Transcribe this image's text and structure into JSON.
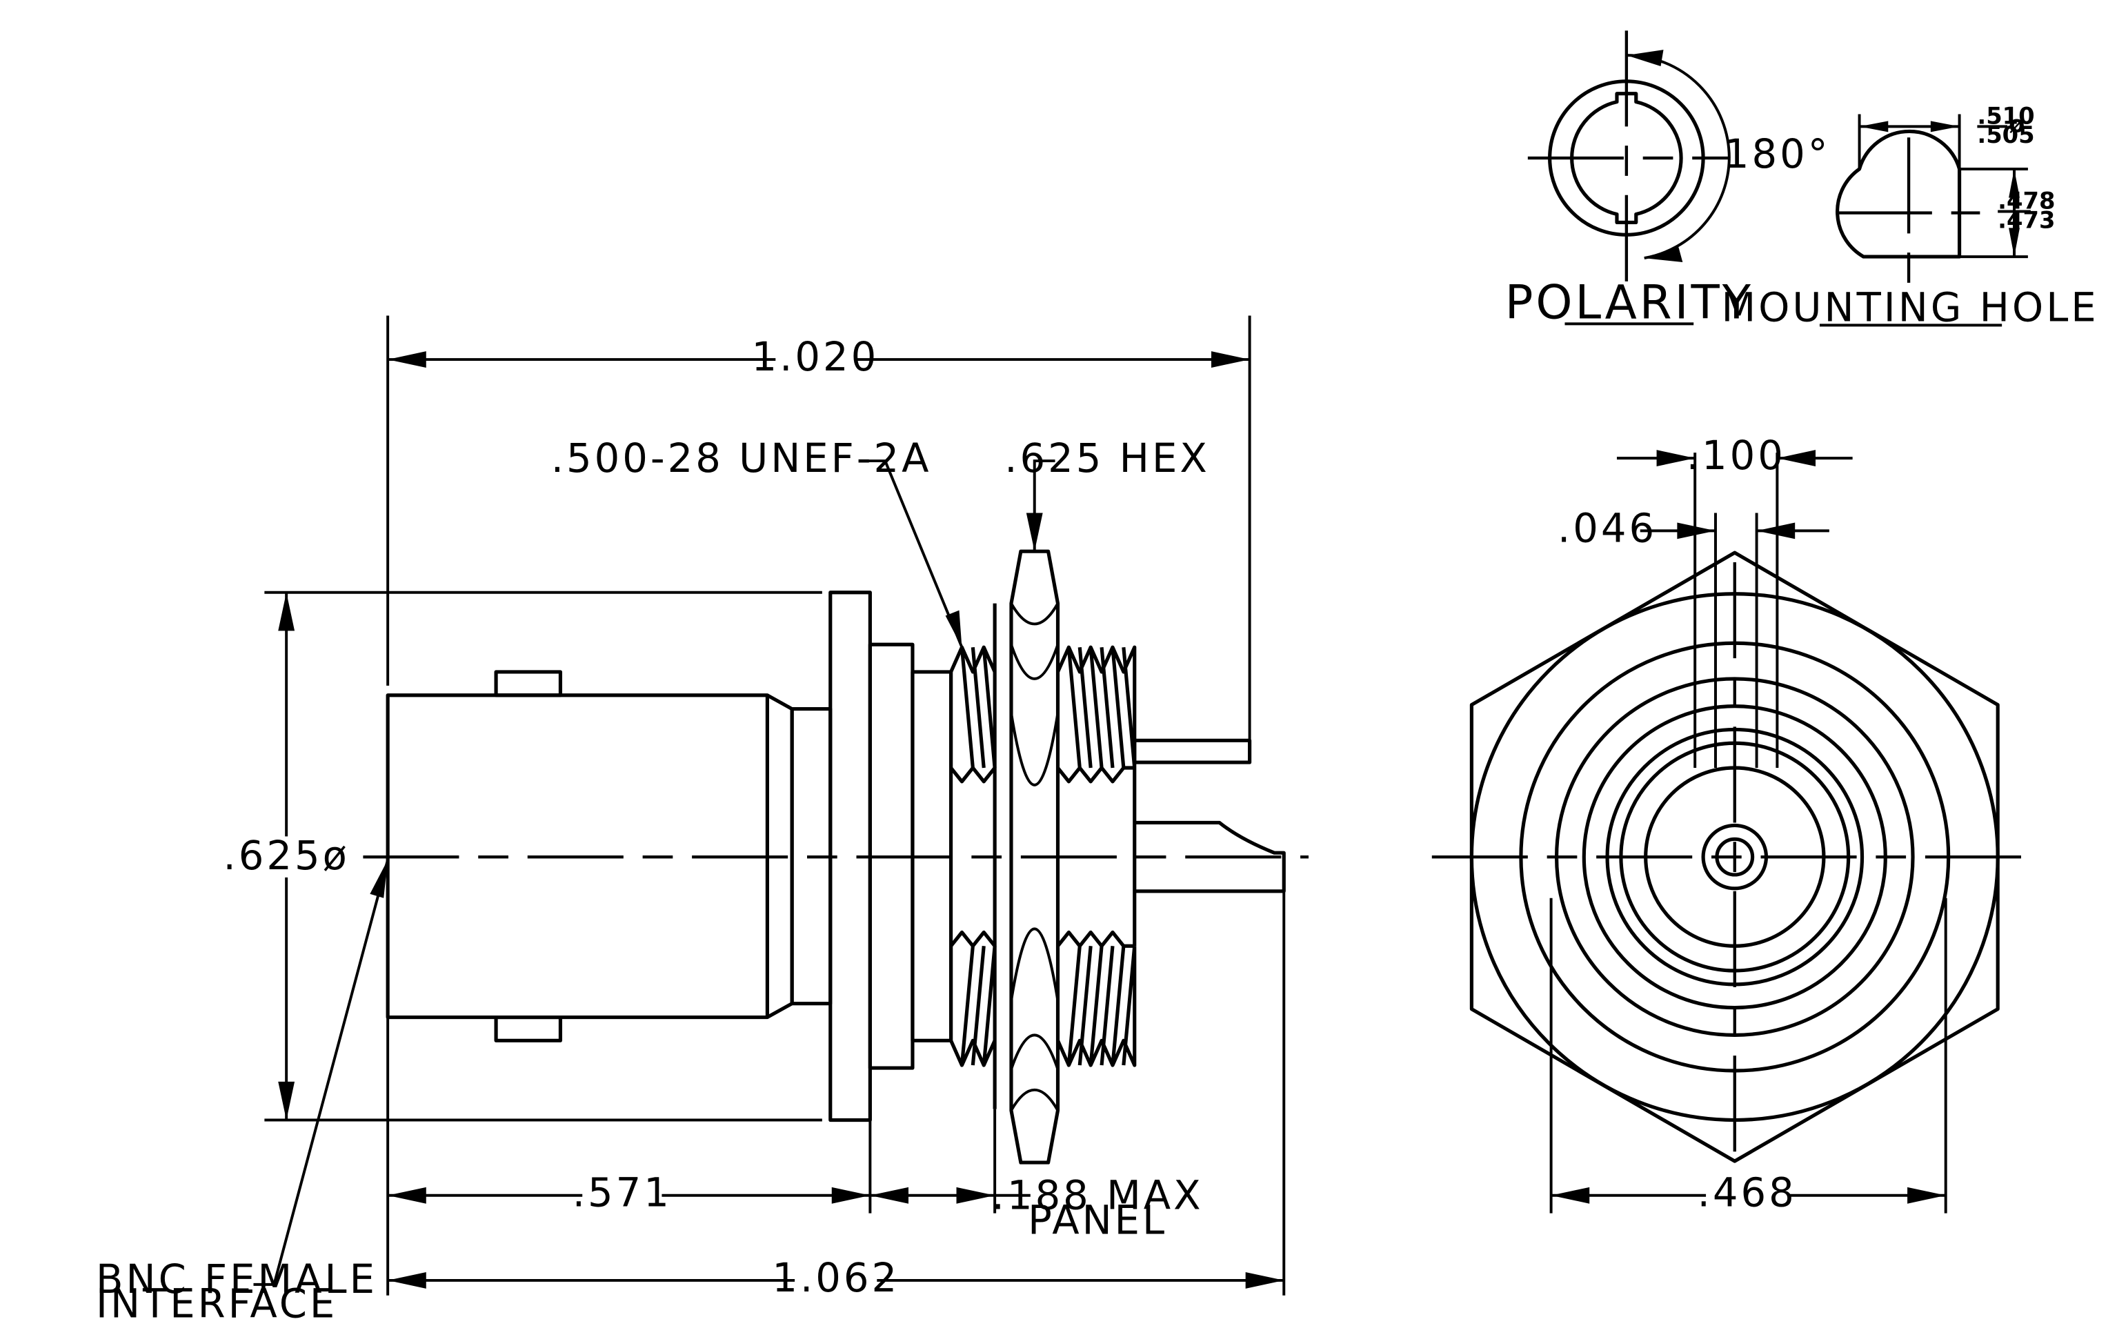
{
  "views": {
    "side": {
      "dims": {
        "overall_top": "1.020",
        "diameter": ".625ø",
        "body_length": ".571",
        "overall_bottom": "1.062",
        "panel_line1": ".188 MAX",
        "panel_line2": "PANEL"
      },
      "callouts": {
        "thread": ".500-28 UNEF-2A",
        "hex": ".625 HEX",
        "interface_line1": "BNC FEMALE",
        "interface_line2": "INTERFACE"
      }
    },
    "end": {
      "dims": {
        "slot_outer": ".100",
        "slot_inner": ".046",
        "flat_width": ".468"
      }
    },
    "polarity": {
      "title": "POLARITY",
      "angle": "180°"
    },
    "mounting_hole": {
      "title": "MOUNTING HOLE",
      "width_top": ".510",
      "width_bottom": ".505",
      "width_symbol": "ø",
      "height_top": ".478",
      "height_bottom": ".473"
    }
  }
}
